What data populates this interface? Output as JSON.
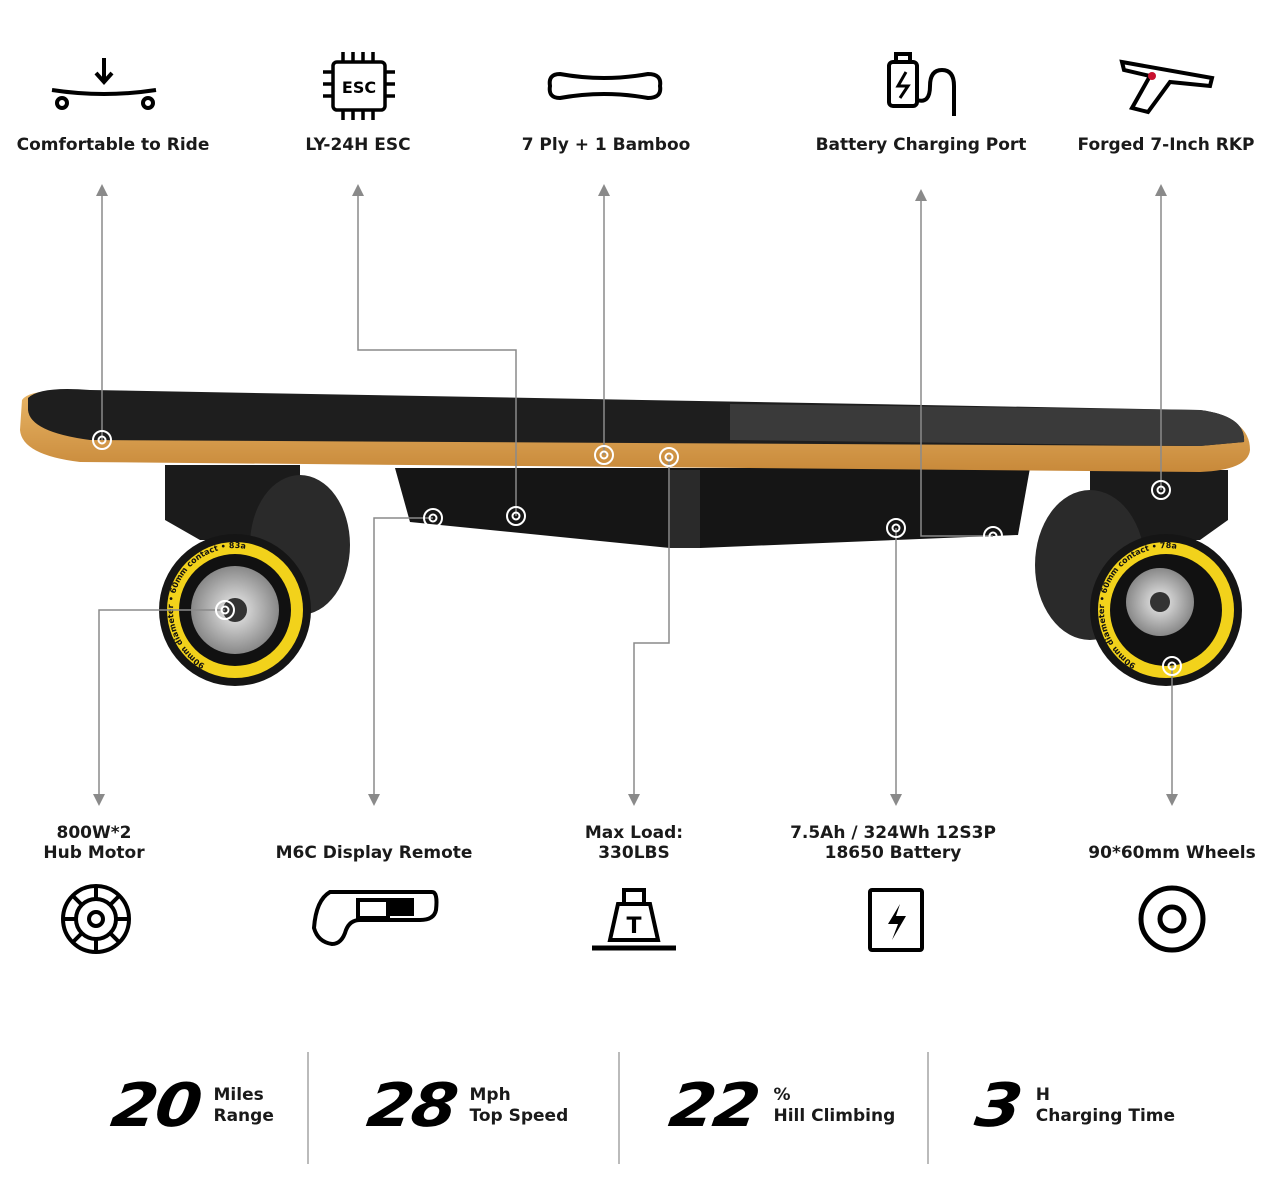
{
  "top_features": [
    {
      "label": "Comfortable to Ride",
      "icon": "deck-flex-icon"
    },
    {
      "label": "LY-24H ESC",
      "icon": "esc-chip-icon",
      "icon_text": "ESC"
    },
    {
      "label": "7 Ply + 1 Bamboo",
      "icon": "deck-shape-icon"
    },
    {
      "label": "Battery Charging Port",
      "icon": "charging-plug-icon"
    },
    {
      "label": "Forged 7-Inch RKP",
      "icon": "truck-icon"
    }
  ],
  "bottom_features": [
    {
      "line1": "800W*2",
      "line2": "Hub Motor",
      "icon": "hub-motor-icon"
    },
    {
      "line1": "",
      "line2": "M6C Display Remote",
      "icon": "remote-icon"
    },
    {
      "line1": "Max Load:",
      "line2": "330LBS",
      "icon": "weight-icon",
      "icon_text": "T"
    },
    {
      "line1": "7.5Ah / 324Wh 12S3P",
      "line2": "18650 Battery",
      "icon": "battery-icon"
    },
    {
      "line1": "",
      "line2": "90*60mm Wheels",
      "icon": "wheel-icon"
    }
  ],
  "stats": [
    {
      "value": "20",
      "unit": "Miles",
      "label": "Range"
    },
    {
      "value": "28",
      "unit": "Mph",
      "label": "Top Speed"
    },
    {
      "value": "22",
      "unit": "%",
      "label": "Hill Climbing"
    },
    {
      "value": "3",
      "unit": "H",
      "label": "Charging Time"
    }
  ],
  "wheel_text": {
    "left": "90mm diameter • 60mm contact • 83a",
    "right": "90mm diameter • 60mm contact • 78a"
  },
  "colors": {
    "wheel": "#f2d21b",
    "deck_edge": "#d9a04e",
    "grip": "#1e1e1e",
    "leader": "#8a8a8a"
  }
}
